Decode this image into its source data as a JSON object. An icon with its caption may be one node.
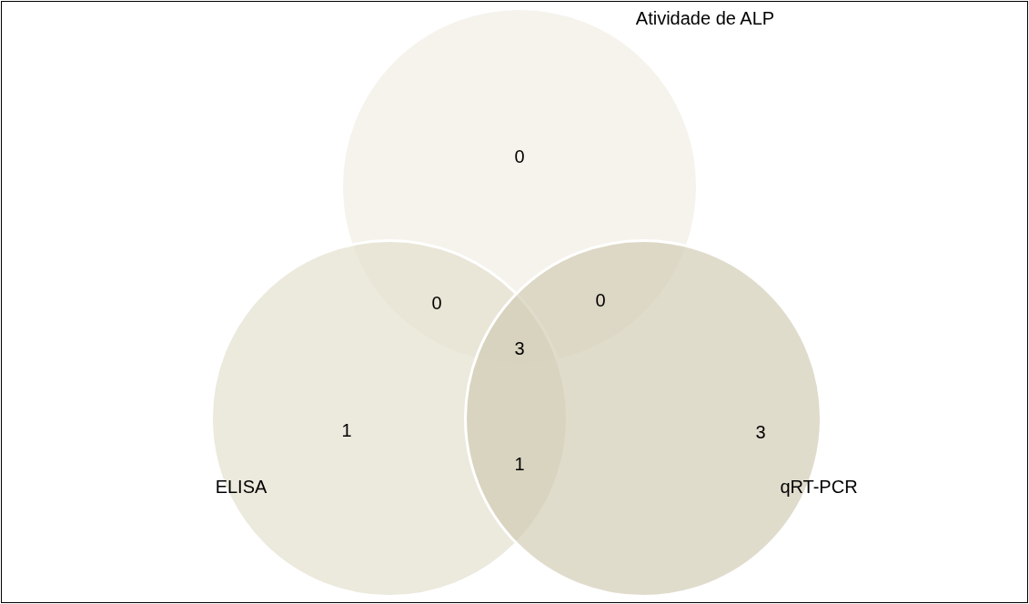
{
  "diagram": {
    "nodes": [
      {
        "text": [
          "Atividade de ALP"
        ]
      },
      {
        "text": [
          "ELISA"
        ]
      },
      {
        "text": [
          "qRT-PCR"
        ]
      }
    ],
    "labels": [
      "0",
      "0",
      "0",
      "3",
      "1",
      "3",
      "1"
    ]
  }
}
